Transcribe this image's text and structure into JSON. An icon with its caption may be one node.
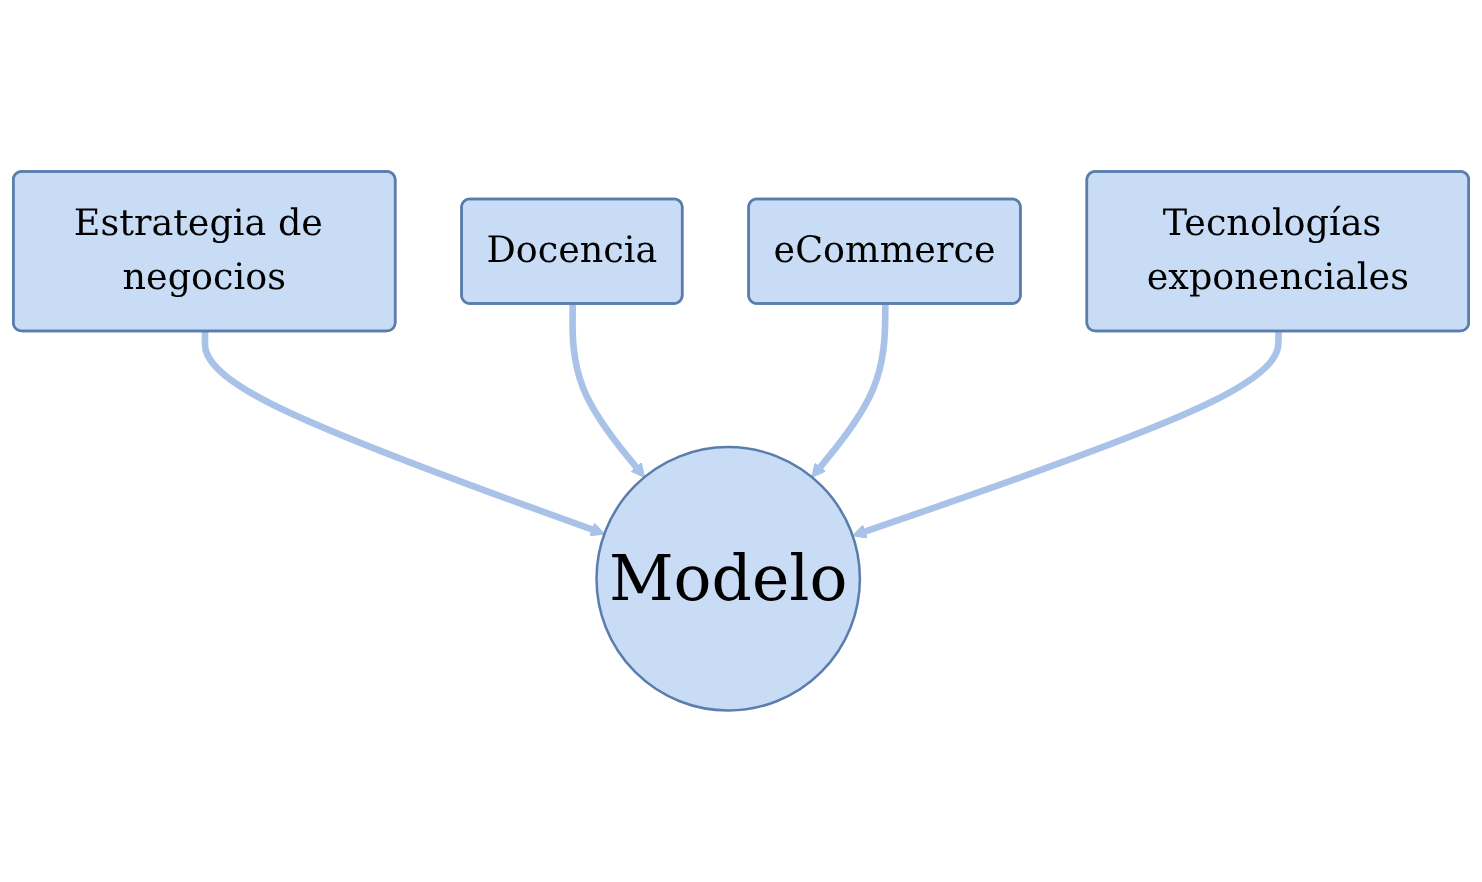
{
  "diagram": {
    "nodes": [
      {
        "text": [
          "Estrategia de negocios"
        ]
      },
      {
        "text": [
          "Docencia"
        ]
      },
      {
        "text": [
          "eCommerce"
        ]
      },
      {
        "text": [
          "Tecnologías exponenciales"
        ]
      },
      {
        "text": [
          "Modelo"
        ]
      }
    ],
    "edges": [
      {
        "from": 0,
        "to": 4,
        "arrow": "to"
      },
      {
        "from": 1,
        "to": 4,
        "arrow": "to"
      },
      {
        "from": 2,
        "to": 4,
        "arrow": "to"
      },
      {
        "from": 3,
        "to": 4,
        "arrow": "to"
      }
    ]
  }
}
